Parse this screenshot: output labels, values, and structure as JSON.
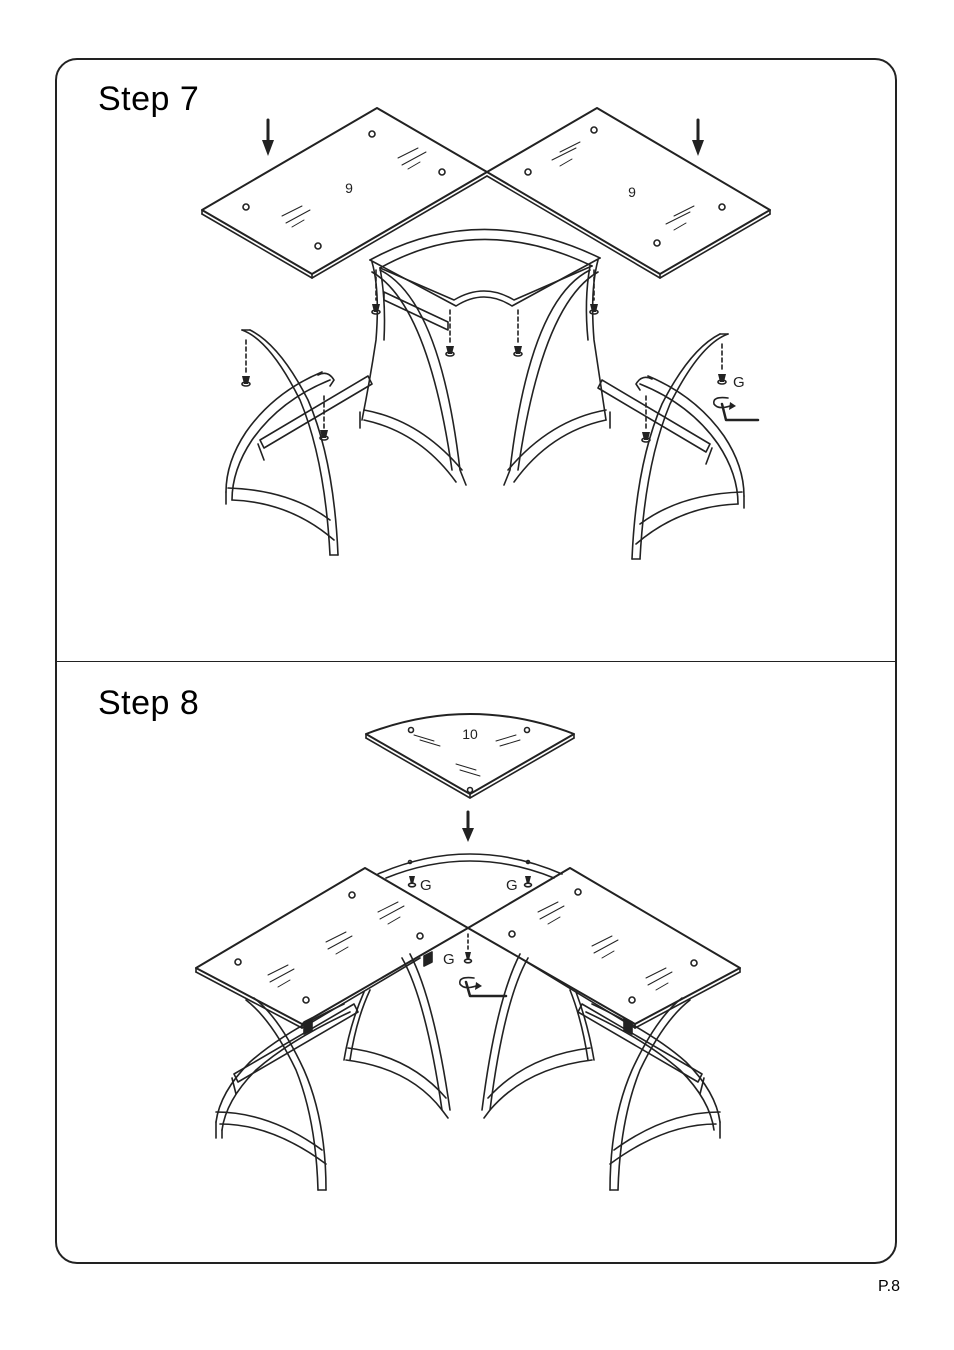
{
  "step7": {
    "title": "Step  7",
    "panel_left_label": "9",
    "panel_right_label": "9",
    "hardware_label": "G"
  },
  "step8": {
    "title": "Step  8",
    "panel_label": "10",
    "hardware_label_1": "G",
    "hardware_label_2": "G",
    "hardware_label_3": "G"
  },
  "page_number": "P.8",
  "colors": {
    "line": "#222222",
    "background": "#ffffff"
  }
}
